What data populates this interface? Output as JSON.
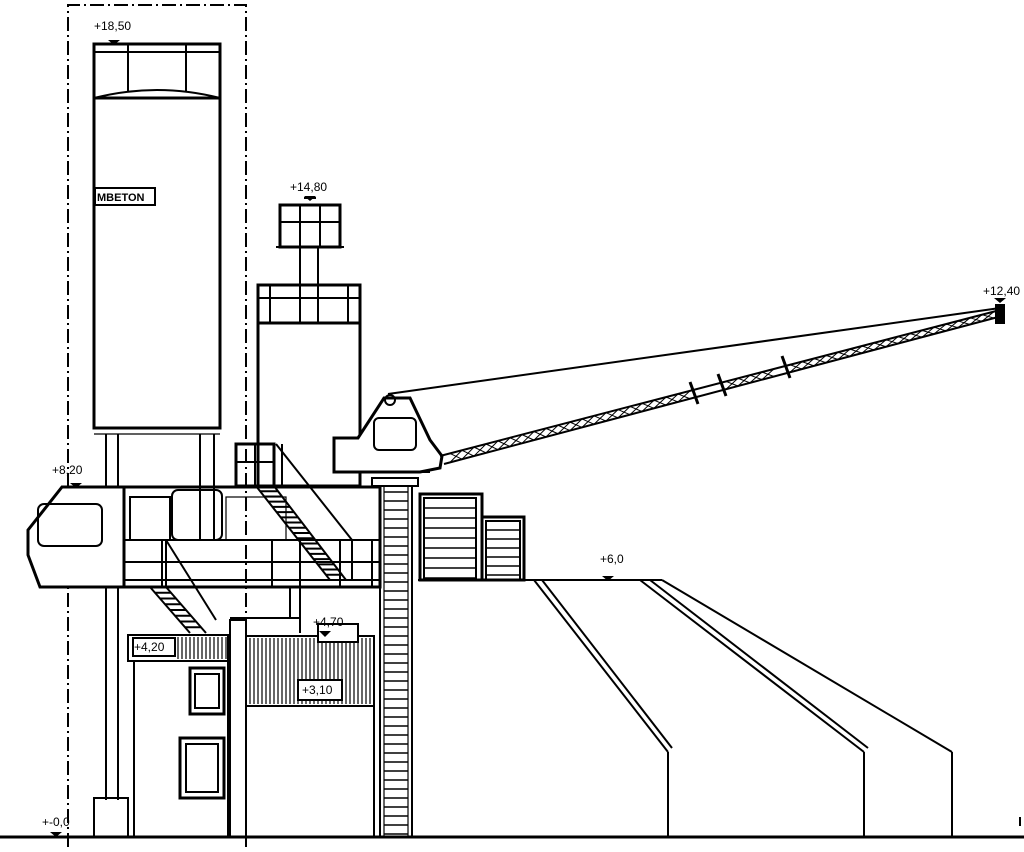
{
  "brand_label": "MBETON",
  "elevations": {
    "silo_top": "+18,50",
    "tower_top": "+14,80",
    "boom_tip": "+12,40",
    "platform": "+8,20",
    "ramp_top": "+6,0",
    "landing": "+4,70",
    "annex_roof": "+4,20",
    "lower_deck": "+3,10",
    "ground": "+-0,0"
  }
}
